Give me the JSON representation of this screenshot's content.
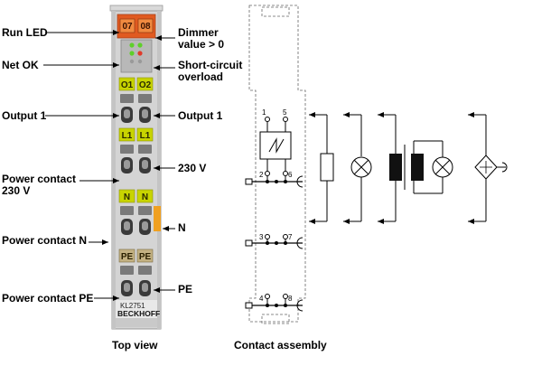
{
  "colors": {
    "terminal_body": "#d4d4d4",
    "run_header": "#e05a20",
    "label_yellow": "#c8d400",
    "pe_tan": "#c3b182",
    "marker_orange": "#f0a020"
  },
  "labels_left": {
    "run_led": "Run LED",
    "net_ok": "Net OK",
    "output1": "Output 1",
    "power_230_line1": "Power contact",
    "power_230_line2": "230 V",
    "power_n": "Power contact N",
    "power_pe": "Power contact PE"
  },
  "labels_right": {
    "dimmer_line1": "Dimmer",
    "dimmer_line2": "value > 0",
    "short_line1": "Short-circuit",
    "short_line2": "overload",
    "output1": "Output 1",
    "v230": "230 V",
    "n": "N",
    "pe": "PE"
  },
  "terminal": {
    "led_labels": [
      "07",
      "08"
    ],
    "tags_o": [
      "O1",
      "O2"
    ],
    "tags_l": [
      "L1",
      "L1"
    ],
    "tags_n": [
      "N",
      "N"
    ],
    "tags_pe": [
      "PE",
      "PE"
    ],
    "model": "KL2751",
    "brand": "BECKHOFF"
  },
  "contacts": {
    "top": [
      "1",
      "5"
    ],
    "mid": [
      "2",
      "6"
    ],
    "n": [
      "3",
      "7"
    ],
    "pe": [
      "4",
      "8"
    ]
  },
  "captions": {
    "top_view": "Top view",
    "contact_assembly": "Contact assembly"
  }
}
